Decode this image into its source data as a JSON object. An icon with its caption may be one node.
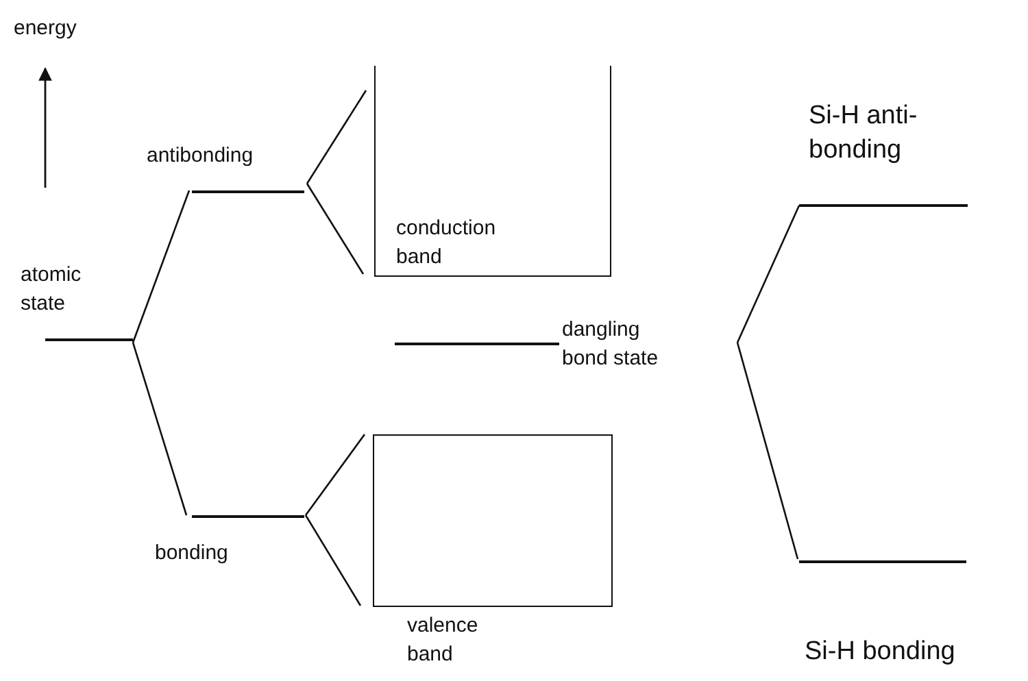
{
  "diagram": {
    "nodes": [
      {
        "text": [
          "atomic state"
        ]
      },
      {
        "text": [
          "antibonding"
        ]
      },
      {
        "text": [
          "bonding"
        ]
      },
      {
        "text": [
          "conduction band"
        ]
      },
      {
        "text": [
          "valence band"
        ]
      },
      {
        "text": [
          "dangling bond state"
        ]
      },
      {
        "text": [
          "Si-H anti-bonding"
        ]
      },
      {
        "text": [
          "Si-H bonding"
        ]
      }
    ],
    "edges": [
      {
        "from": 0,
        "to": 1,
        "arrow": "none"
      },
      {
        "from": 0,
        "to": 2,
        "arrow": "none"
      },
      {
        "from": 1,
        "to": 3,
        "arrow": "none"
      },
      {
        "from": 1,
        "to": 3,
        "arrow": "none"
      },
      {
        "from": 2,
        "to": 4,
        "arrow": "none"
      },
      {
        "from": 2,
        "to": 4,
        "arrow": "none"
      },
      {
        "from": 5,
        "to": 6,
        "arrow": "none"
      },
      {
        "from": 5,
        "to": 7,
        "arrow": "none"
      }
    ],
    "labels": [
      "energy"
    ]
  }
}
